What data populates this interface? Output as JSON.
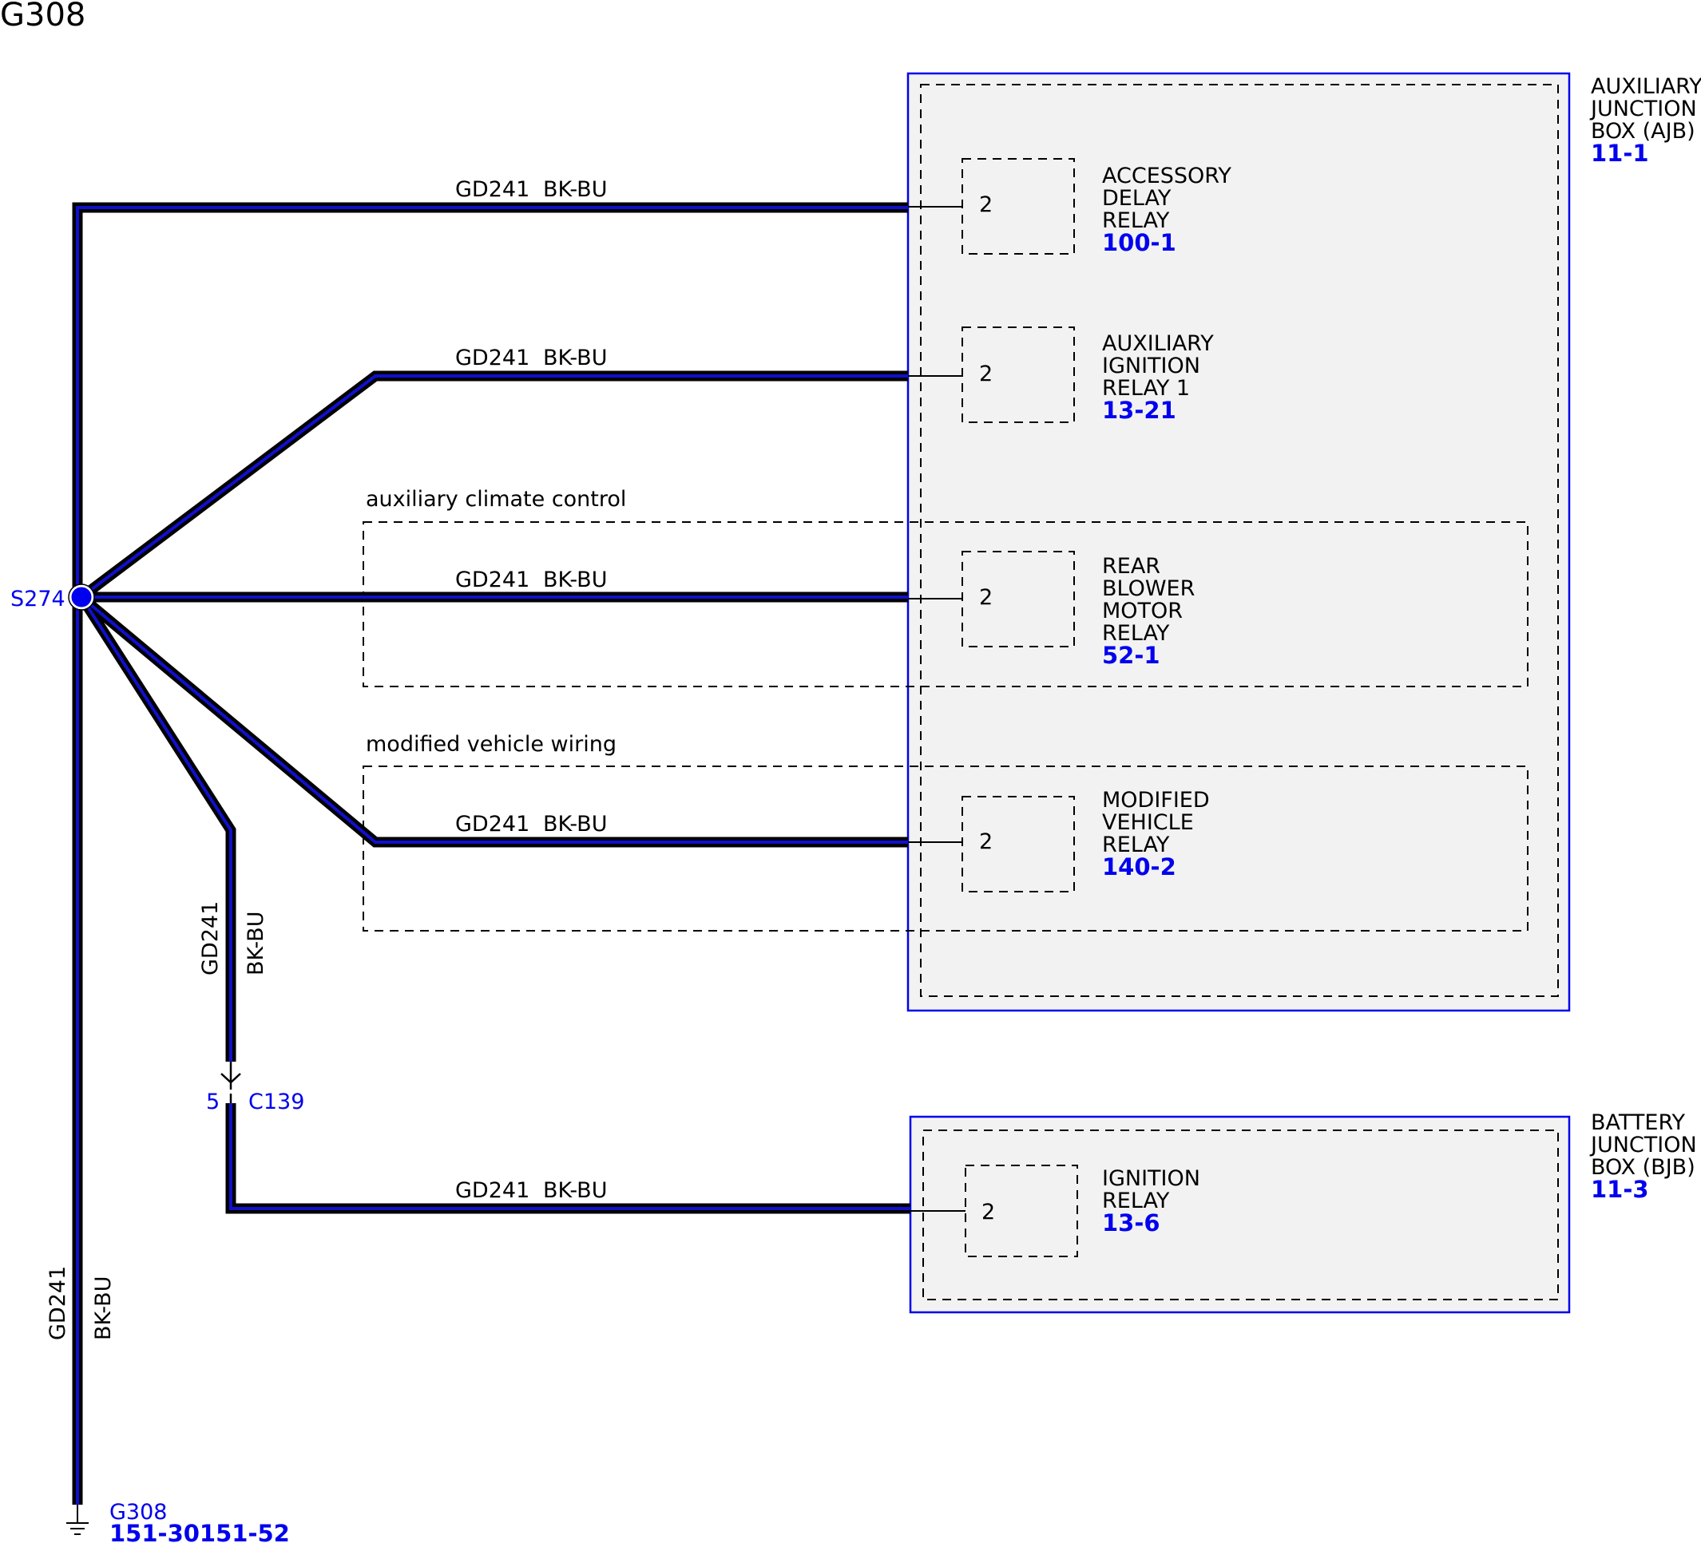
{
  "title": "G308",
  "colors": {
    "wire_outer": "#000000",
    "wire_inner": "#1010cc",
    "link": "#0000ee",
    "box_fill": "#f2f2f2",
    "box_border": "#0000ee"
  },
  "wire": {
    "circuit": "GD241",
    "color_code": "BK-BU"
  },
  "splice": {
    "label": "S274"
  },
  "connector": {
    "pin": "5",
    "label": "C139"
  },
  "ground": {
    "label": "G308",
    "ref": "151-30151-52"
  },
  "options": {
    "climate": "auxiliary climate control",
    "modified": "modified vehicle wiring"
  },
  "ajb": {
    "name_lines": [
      "AUXILIARY",
      "JUNCTION",
      "BOX (AJB)"
    ],
    "ref": "11-1",
    "relays": [
      {
        "lines": [
          "ACCESSORY",
          "DELAY",
          "RELAY"
        ],
        "ref": "100-1",
        "pin": "2"
      },
      {
        "lines": [
          "AUXILIARY",
          "IGNITION",
          "RELAY 1"
        ],
        "ref": "13-21",
        "pin": "2"
      },
      {
        "lines": [
          "REAR",
          "BLOWER",
          "MOTOR",
          "RELAY"
        ],
        "ref": "52-1",
        "pin": "2"
      },
      {
        "lines": [
          "MODIFIED",
          "VEHICLE",
          "RELAY"
        ],
        "ref": "140-2",
        "pin": "2"
      }
    ]
  },
  "bjb": {
    "name_lines": [
      "BATTERY",
      "JUNCTION",
      "BOX (BJB)"
    ],
    "ref": "11-3",
    "relays": [
      {
        "lines": [
          "IGNITION",
          "RELAY"
        ],
        "ref": "13-6",
        "pin": "2"
      }
    ]
  }
}
